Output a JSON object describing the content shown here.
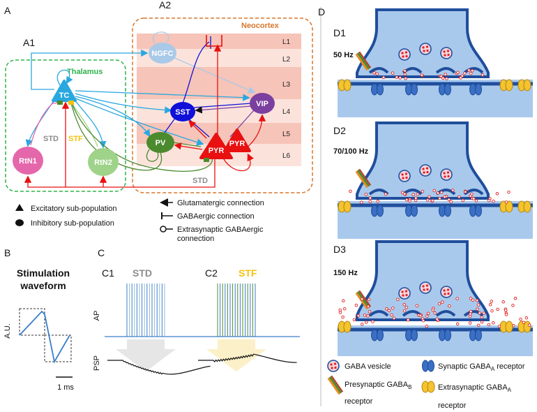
{
  "panels": {
    "A": "A",
    "A1": "A1",
    "A2": "A2",
    "B": "B",
    "C": "C",
    "C1": "C1",
    "C2": "C2",
    "D": "D",
    "D1": "D1",
    "D2": "D2",
    "D3": "D3"
  },
  "thalamus": {
    "title": "Thalamus",
    "tc": "TC",
    "rtn1": "RtN1",
    "rtn2": "RtN2",
    "std": "STD",
    "stf": "STF"
  },
  "neocortex": {
    "title": "Neocortex",
    "layers": [
      "L1",
      "L2",
      "L3",
      "L4",
      "L5",
      "L6"
    ],
    "ngfc": "NGFC",
    "sst": "SST",
    "vip": "VIP",
    "pv": "PV",
    "pyr": "PYR",
    "pyr2": "PYR",
    "std": "STD"
  },
  "legend": {
    "excitatory": "Excitatory sub-population",
    "inhibitory": "Inhibitory sub-population",
    "glutamatergic": "Glutamatergic connection",
    "gabaergic": "GABAergic connection",
    "extrasynaptic_1": "Extrasynaptic GABAergic",
    "extrasynaptic_2": "connection"
  },
  "panel_b": {
    "title_1": "Stimulation",
    "title_2": "waveform",
    "ylabel": "A.U.",
    "scale": "1 ms"
  },
  "panel_c": {
    "c1_title": "STD",
    "c2_title": "STF",
    "ap": "AP",
    "psp": "PSP"
  },
  "panel_d": {
    "d1_freq": "50 Hz",
    "d2_freq": "70/100 Hz",
    "d3_freq": "150 Hz",
    "legend": {
      "vesicle": "GABA vesicle",
      "synaptic": "Synaptic GABA",
      "synaptic_sub": "A",
      "synaptic_end": " receptor",
      "presyn_1": "Presynaptic GABA",
      "presyn_sub": "B",
      "presyn_2": "receptor",
      "extrasyn": "Extrasynaptic GABA",
      "extrasyn_sub": "A",
      "extrasyn_2": "receptor"
    }
  },
  "colors": {
    "tc": "#29a8e0",
    "ngfc": "#a9c9e8",
    "sst": "#1010d8",
    "vip": "#7b3fa0",
    "pv": "#4c8a2e",
    "pyr": "#e81010",
    "rtn1": "#e567ab",
    "rtn2": "#9fd38a",
    "thalamus_box": "#2db34a",
    "neocortex_box": "#d9762b",
    "std": "#8c8c8c",
    "stf": "#f4c20d",
    "bouton": "#a9c9ec",
    "membrane": "#1f4e9c"
  }
}
